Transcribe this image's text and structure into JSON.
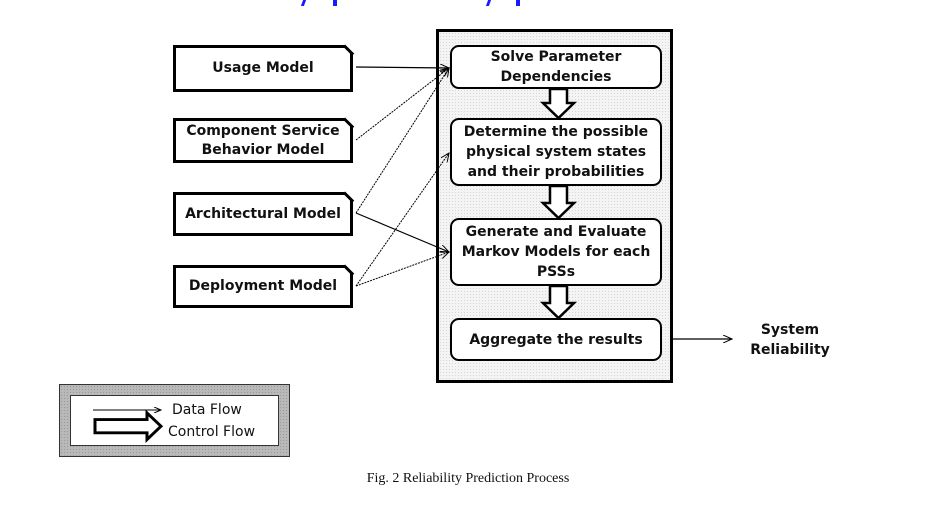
{
  "figure": {
    "caption": "Fig. 2 Reliability Prediction Process"
  },
  "input_models": [
    {
      "id": "usage",
      "label": "Usage Model"
    },
    {
      "id": "component-service",
      "label": "Component Service Behavior Model"
    },
    {
      "id": "architectural",
      "label": "Architectural Model"
    },
    {
      "id": "deployment",
      "label": "Deployment Model"
    }
  ],
  "process_steps": [
    {
      "id": "solve",
      "label": "Solve Parameter Dependencies"
    },
    {
      "id": "determine",
      "label": "Determine the possible physical system states and their probabilities"
    },
    {
      "id": "generate",
      "label": "Generate and Evaluate Markov Models for each PSSs"
    },
    {
      "id": "aggregate",
      "label": "Aggregate the results"
    }
  ],
  "output": {
    "label": "System Reliability"
  },
  "data_flows": [
    {
      "from": "usage",
      "to": "solve"
    },
    {
      "from": "component-service",
      "to": "solve"
    },
    {
      "from": "architectural",
      "to": "solve"
    },
    {
      "from": "architectural",
      "to": "generate"
    },
    {
      "from": "deployment",
      "to": "determine"
    },
    {
      "from": "deployment",
      "to": "generate"
    },
    {
      "from": "aggregate",
      "to": "output"
    }
  ],
  "control_flows": [
    {
      "from": "solve",
      "to": "determine"
    },
    {
      "from": "determine",
      "to": "generate"
    },
    {
      "from": "generate",
      "to": "aggregate"
    }
  ],
  "legend": {
    "data_flow": "Data Flow",
    "control_flow": "Control Flow"
  },
  "colors": {
    "line": "#000000",
    "frame_fill": "#f4f4f4",
    "legend_border": "#b9b9b9",
    "header_fragment": "#1a1aff"
  }
}
